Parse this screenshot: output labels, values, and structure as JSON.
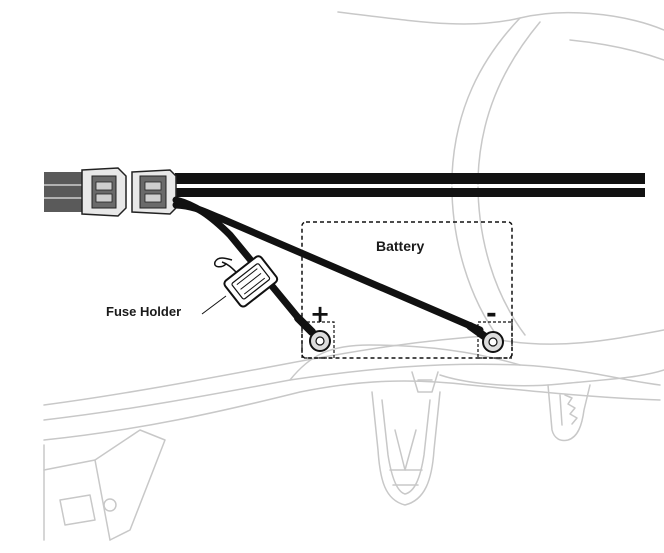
{
  "labels": {
    "battery": "Battery",
    "fuse_holder": "Fuse Holder",
    "positive_sign": "+",
    "negative_sign": "-"
  },
  "colors": {
    "wire": "#111111",
    "outline": "#c8c8c8",
    "connector": "#555555",
    "text": "#1a1a1a"
  },
  "icons": [
    "wire-harness",
    "connector",
    "fuse-holder",
    "ring-terminal",
    "battery-outline"
  ]
}
